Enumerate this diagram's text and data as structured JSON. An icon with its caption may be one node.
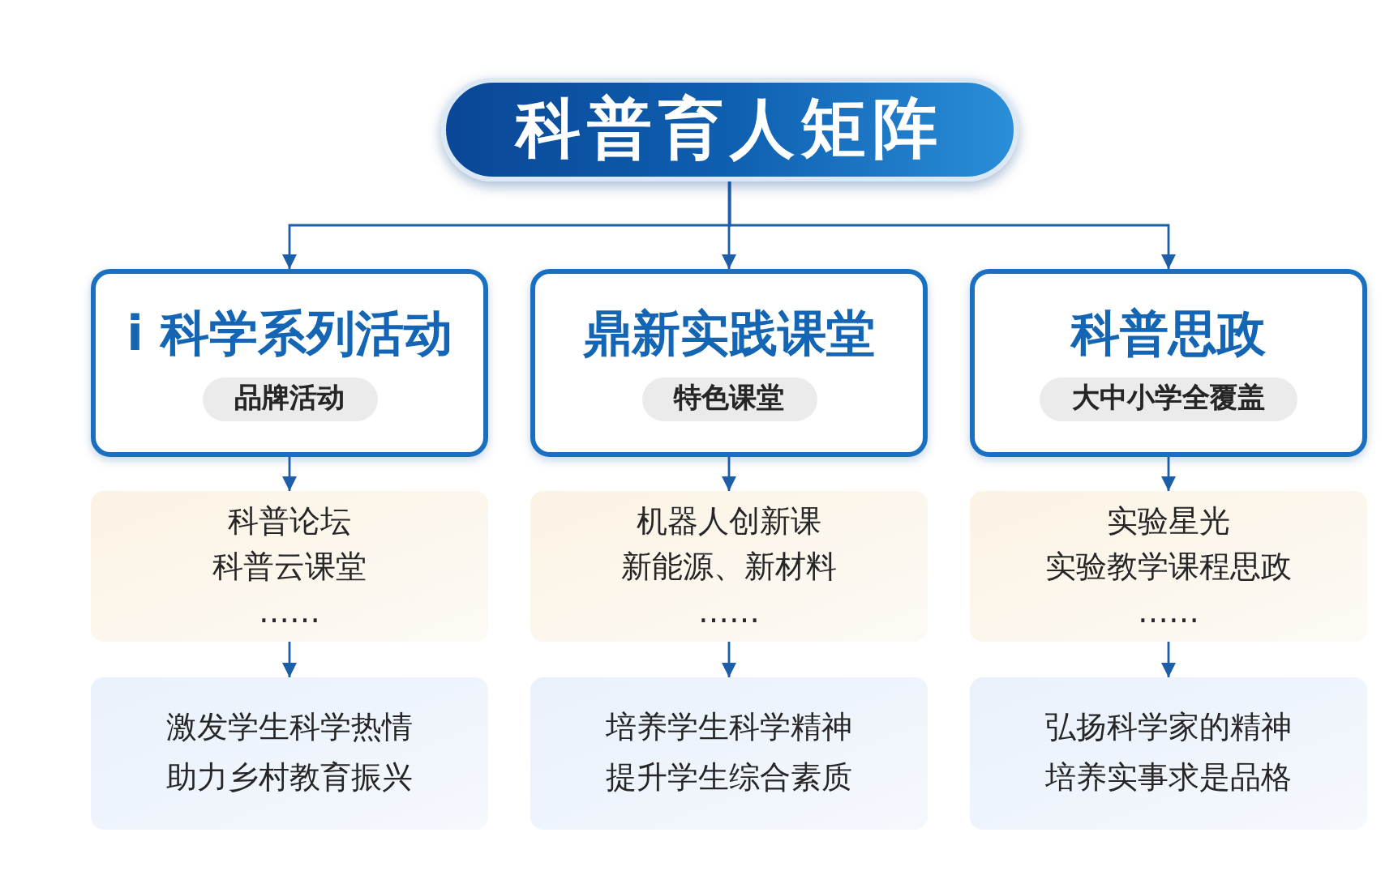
{
  "diagram": {
    "nodes": [
      {
        "text": [
          "科普育人矩阵"
        ]
      },
      {
        "text": [
          "i 科学系列活动",
          "品牌活动"
        ]
      },
      {
        "text": [
          "鼎新实践课堂",
          "特色课堂"
        ]
      },
      {
        "text": [
          "科普思政",
          "大中小学全覆盖"
        ]
      },
      {
        "text": [
          "科普论坛",
          "科普云课堂",
          "……"
        ]
      },
      {
        "text": [
          "机器人创新课",
          "新能源、新材料",
          "……"
        ]
      },
      {
        "text": [
          "实验星光",
          "实验教学课程思政",
          "……"
        ]
      },
      {
        "text": [
          "激发学生科学热情",
          "助力乡村教育振兴"
        ]
      },
      {
        "text": [
          "培养学生科学精神",
          "提升学生综合素质"
        ]
      },
      {
        "text": [
          "弘扬科学家的精神",
          "培养实事求是品格"
        ]
      }
    ],
    "edges": [
      {
        "from": 0,
        "to": 1,
        "arrow": "to"
      },
      {
        "from": 0,
        "to": 2,
        "arrow": "to"
      },
      {
        "from": 0,
        "to": 3,
        "arrow": "to"
      },
      {
        "from": 1,
        "to": 4,
        "arrow": "to"
      },
      {
        "from": 2,
        "to": 5,
        "arrow": "to"
      },
      {
        "from": 3,
        "to": 6,
        "arrow": "to"
      },
      {
        "from": 4,
        "to": 7,
        "arrow": "to"
      },
      {
        "from": 5,
        "to": 8,
        "arrow": "to"
      },
      {
        "from": 6,
        "to": 9,
        "arrow": "to"
      }
    ]
  }
}
